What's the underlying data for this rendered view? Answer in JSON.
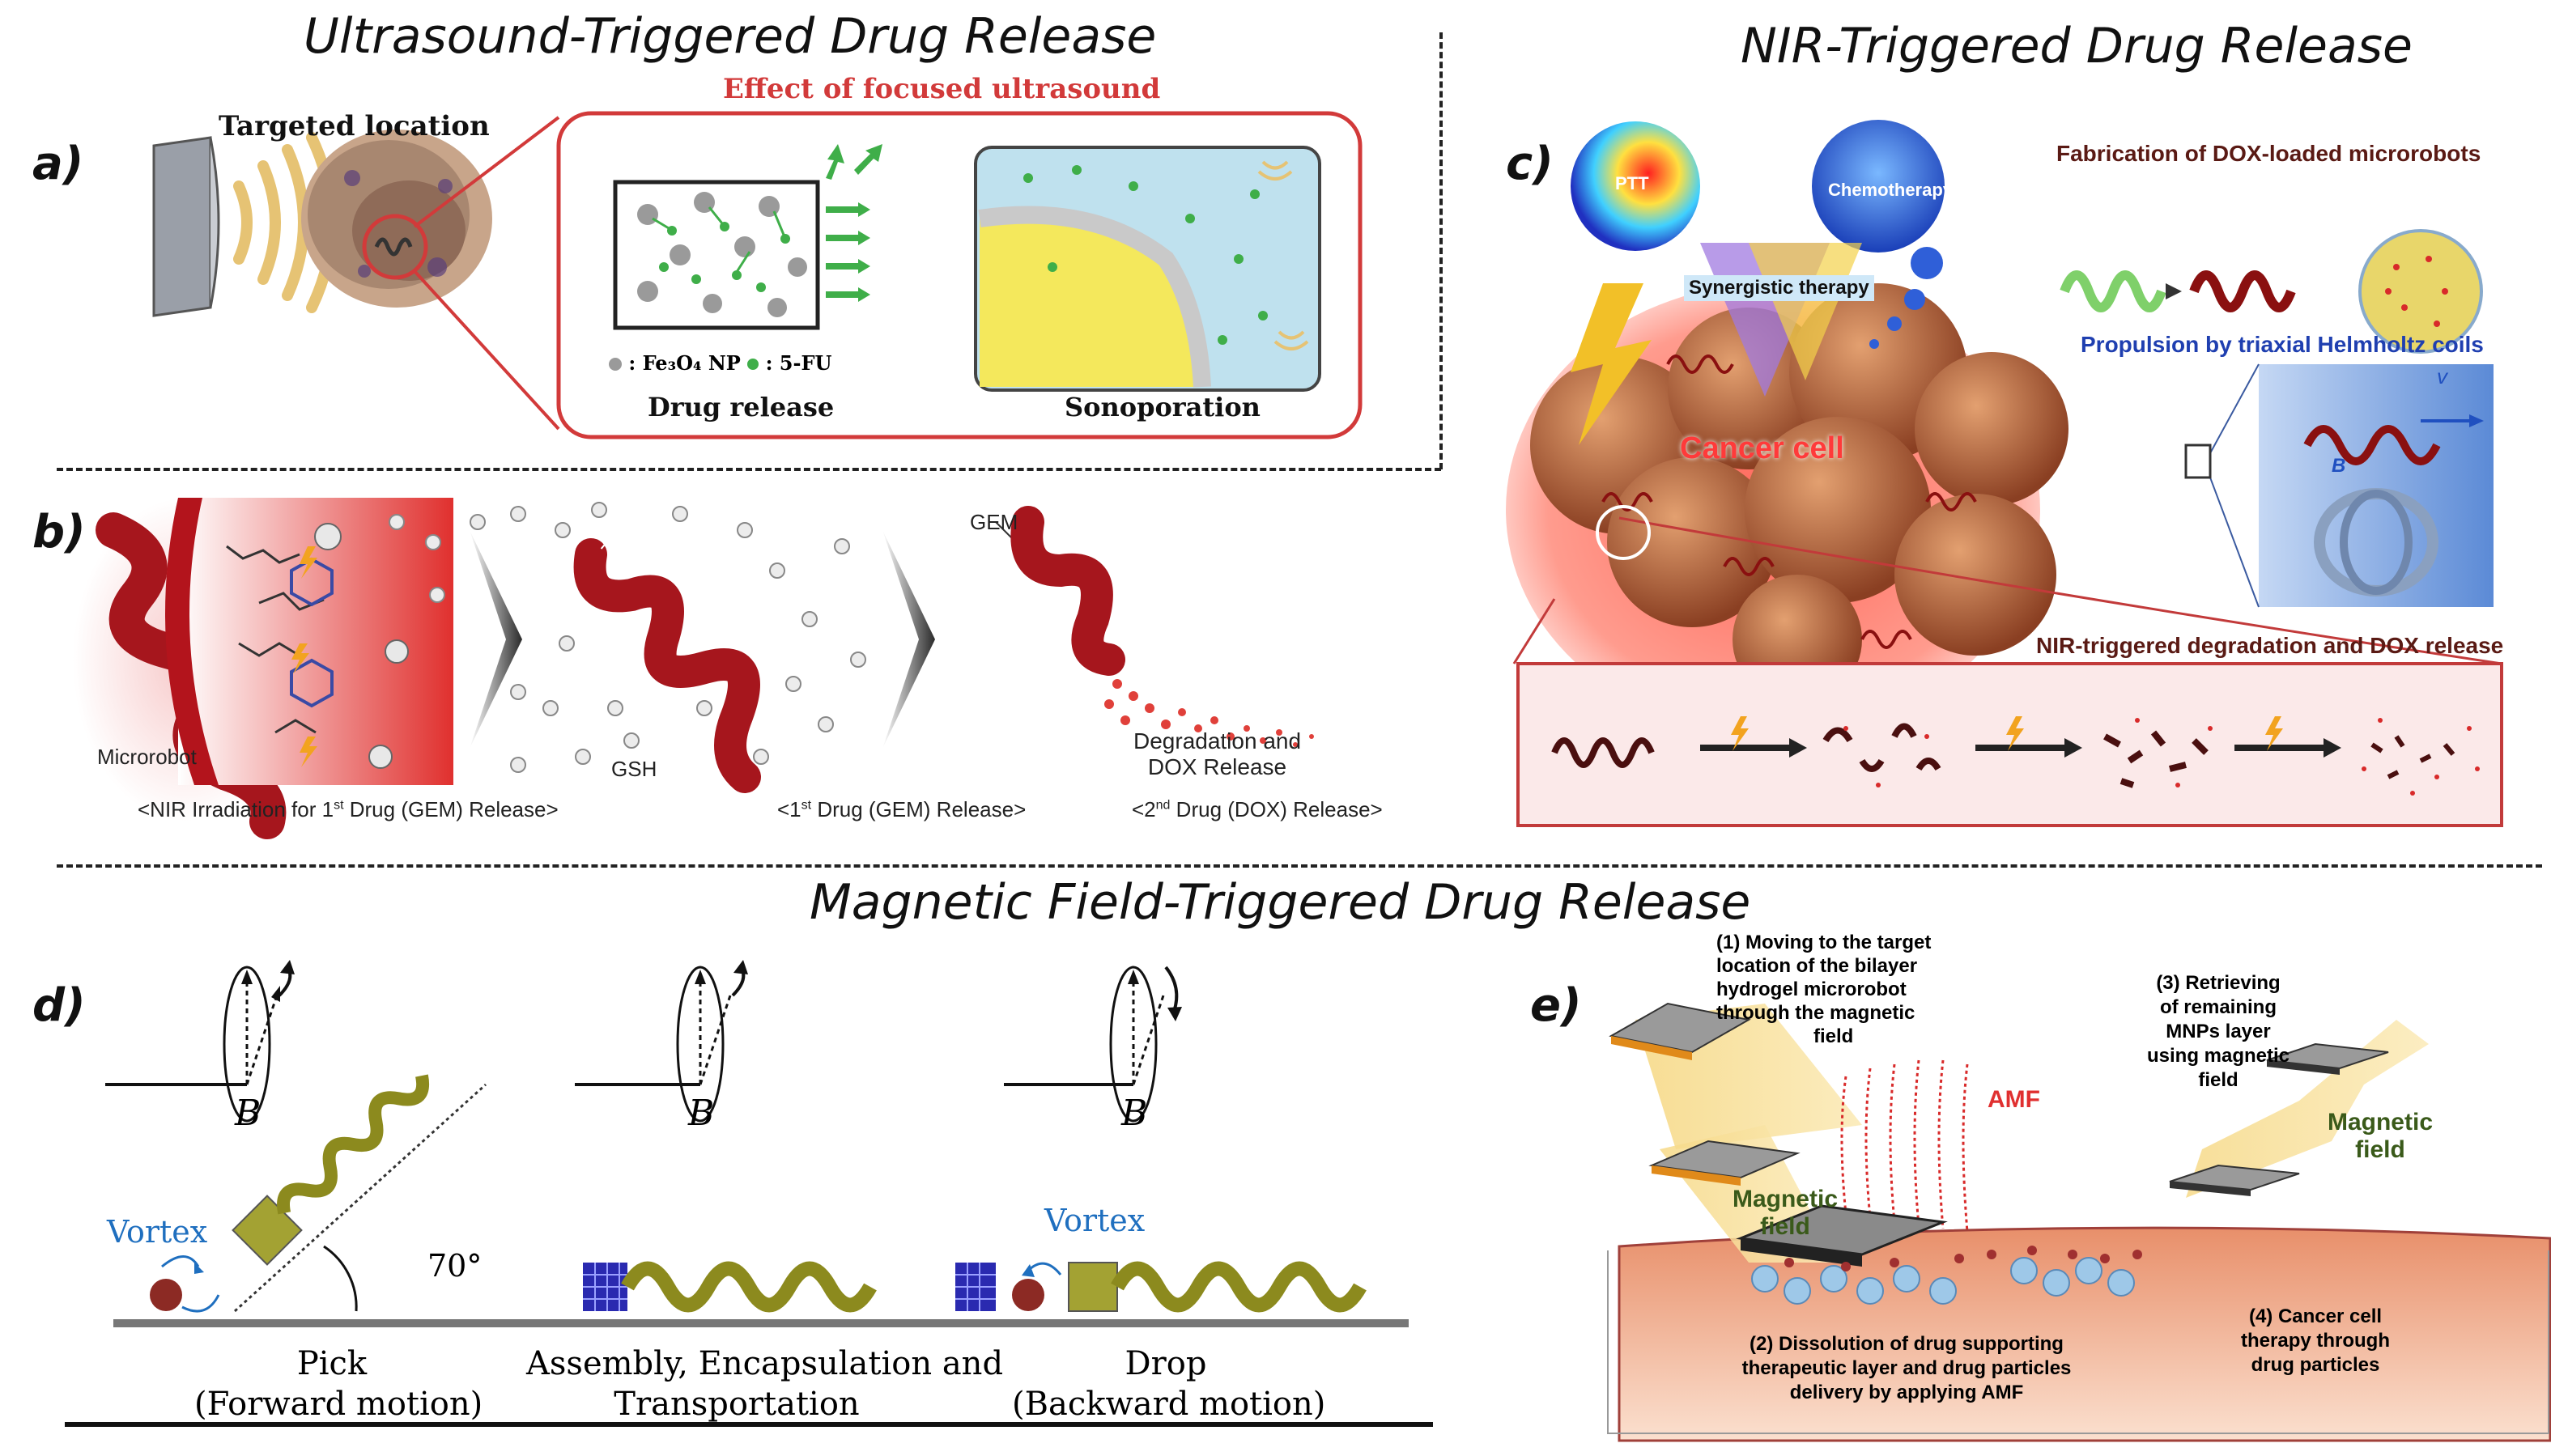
{
  "sections": {
    "ultrasound": "Ultrasound-Triggered Drug Release",
    "nir": "NIR-Triggered Drug Release",
    "magnetic": "Magnetic Field-Triggered Drug Release"
  },
  "panel_letters": {
    "a": "a)",
    "b": "b)",
    "c": "c)",
    "d": "d)",
    "e": "e)"
  },
  "panel_a": {
    "targeted_location": "Targeted location",
    "effect_title": "Effect of focused ultrasound",
    "legend_fe3o4": ": Fe₃O₄ NP",
    "legend_5fu": ": 5-FU",
    "drug_release": "Drug release",
    "sonoporation": "Sonoporation"
  },
  "panel_b": {
    "nir_label": "NIR",
    "gsh_label": "GSH",
    "microrobot": "Microrobot",
    "gem_label": "GEM",
    "degradation_line1": "Degradation and",
    "degradation_line2": "DOX Release",
    "caption1_pre": "<NIR Irradiation for 1",
    "caption1_sup": "st",
    "caption1_post": " Drug (GEM) Release>",
    "caption2_pre": "<1",
    "caption2_sup": "st",
    "caption2_post": " Drug (GEM) Release>",
    "caption3_pre": "<2",
    "caption3_sup": "nd",
    "caption3_post": "  Drug (DOX) Release>"
  },
  "panel_c": {
    "ptt": "PTT",
    "chemotherapy": "Chemotherapy",
    "synergistic": "Synergistic therapy",
    "cancer_cell": "Cancer cell",
    "fabrication": "Fabrication of DOX-loaded microrobots",
    "propulsion": "Propulsion by triaxial Helmholtz coils",
    "v_label": "v",
    "b_label": "B",
    "nir_degradation": "NIR-triggered degradation and DOX release"
  },
  "panel_d": {
    "b_vector": "B",
    "vortex1": "Vortex",
    "vortex2": "Vortex",
    "angle": "70°",
    "pick_line1": "Pick",
    "pick_line2": "(Forward motion)",
    "assembly_line1": "Assembly, Encapsulation and",
    "assembly_line2": "Transportation",
    "drop_line1": "Drop",
    "drop_line2": "(Backward motion)"
  },
  "panel_e": {
    "step1_lines": [
      "(1) Moving to the target",
      "location of the bilayer",
      "hydrogel microrobot",
      "through the magnetic",
      "field"
    ],
    "step3_lines": [
      "(3) Retrieving",
      "of remaining",
      "MNPs layer",
      "using magnetic",
      "field"
    ],
    "amf": "AMF",
    "magnetic_field_left": [
      "Magnetic",
      "field"
    ],
    "magnetic_field_right": [
      "Magnetic",
      "field"
    ],
    "step2_lines": [
      "(2) Dissolution of drug supporting",
      "therapeutic layer and drug particles",
      "delivery by applying AMF"
    ],
    "step4_lines": [
      "(4) Cancer cell",
      "therapy through",
      "drug particles"
    ]
  },
  "colors": {
    "red_border": "#d23a3a",
    "drug_green": "#3fae49",
    "robot_red": "#b3141c",
    "olive": "#8c8a1e",
    "amf_red": "#e03030",
    "blue_text": "#1f3fb0",
    "brown_text": "#5a1a14"
  }
}
